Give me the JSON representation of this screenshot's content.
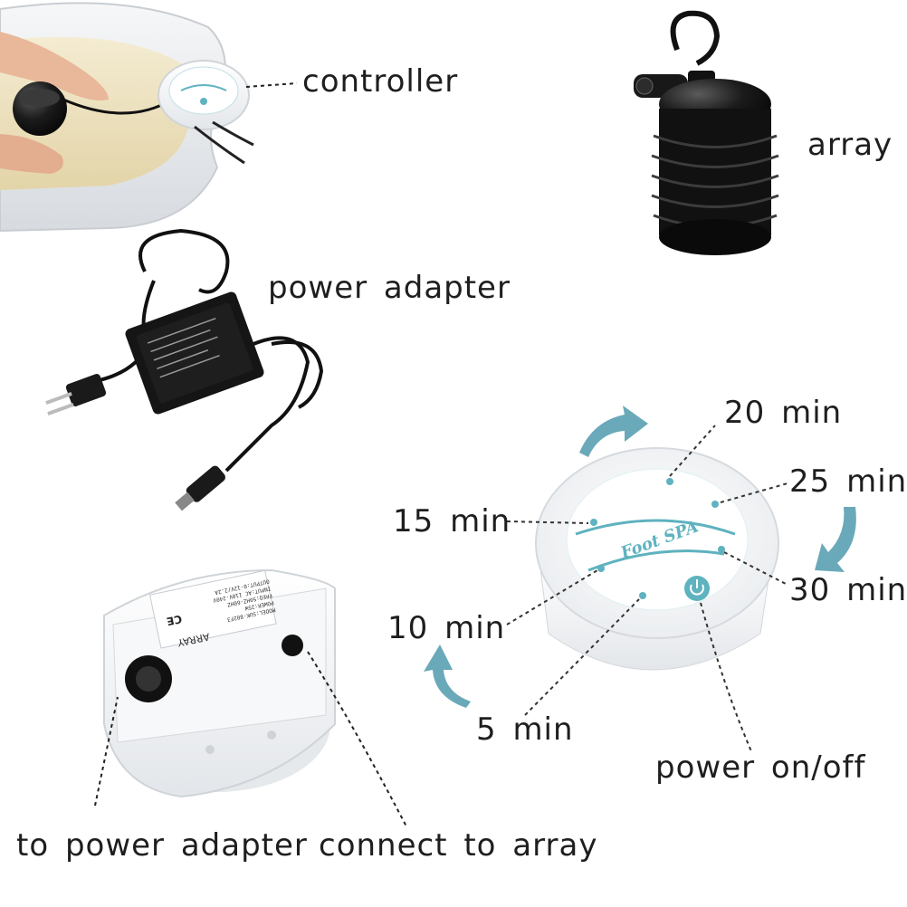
{
  "labels": {
    "controller": "controller",
    "array": "array",
    "power_adapter": "power  adapter",
    "to_power_adapter": "to power adapter",
    "connect_to_array": "connect  to  array",
    "power_on_off": "power  on/off"
  },
  "timer": {
    "t20": "20  min",
    "t25": "25  min",
    "t15": "15  min",
    "t30": "30  min",
    "t10": "10  min",
    "t5": "5  min"
  },
  "device_face": {
    "brand": "Foot SPA"
  },
  "back_panel_label": "ARRAY",
  "spec_plate": [
    "MODEL:SUK-802F3",
    "POWER:25W",
    "FREQ:50HZ-60HZ",
    "INPUT:AC 110V-240V",
    "OUTPUT:0-12V/2.2A"
  ],
  "colors": {
    "accent_teal": "#5fb2bf",
    "arrow_teal": "#6aa9b9",
    "text": "#1e1e1e"
  },
  "icons": [
    "power-icon",
    "rotate-arrow-icon",
    "ce-mark"
  ]
}
